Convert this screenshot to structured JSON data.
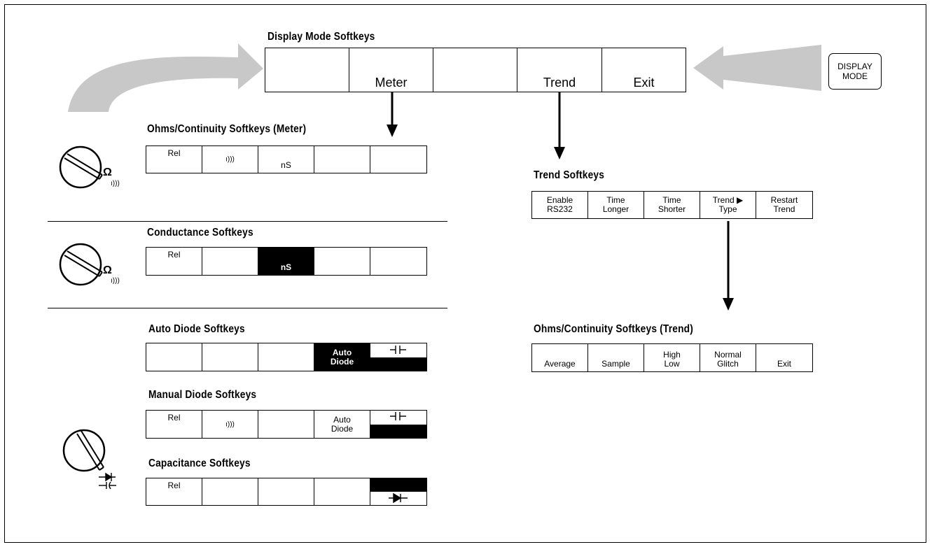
{
  "display_mode": {
    "title": "Display Mode Softkeys",
    "keys": [
      "",
      "Meter",
      "",
      "Trend",
      "Exit"
    ],
    "button_line1": "DISPLAY",
    "button_line2": "MODE"
  },
  "ohms_meter": {
    "title": "Ohms/Continuity Softkeys (Meter)",
    "keys": [
      "Rel",
      "ı)))",
      "nS",
      "",
      ""
    ]
  },
  "conductance": {
    "title": "Conductance Softkeys",
    "keys": [
      "Rel",
      "",
      "nS",
      "",
      ""
    ]
  },
  "auto_diode": {
    "title": "Auto Diode Softkeys",
    "keys": [
      "",
      "",
      "",
      "Auto Diode",
      ""
    ],
    "auto_line1": "Auto",
    "auto_line2": "Diode"
  },
  "manual_diode": {
    "title": "Manual Diode Softkeys",
    "keys": [
      "Rel",
      "ı)))",
      "",
      "Auto Diode",
      ""
    ],
    "auto_line1": "Auto",
    "auto_line2": "Diode"
  },
  "capacitance": {
    "title": "Capacitance Softkeys",
    "keys": [
      "Rel",
      "",
      "",
      "",
      ""
    ]
  },
  "trend": {
    "title": "Trend Softkeys",
    "keys": [
      {
        "line1": "Enable",
        "line2": "RS232"
      },
      {
        "line1": "Time",
        "line2": "Longer"
      },
      {
        "line1": "Time",
        "line2": "Shorter"
      },
      {
        "line1": "Trend ▶",
        "line2": "Type"
      },
      {
        "line1": "Restart",
        "line2": "Trend"
      }
    ]
  },
  "ohms_trend": {
    "title": "Ohms/Continuity Softkeys (Trend)",
    "keys": [
      {
        "line1": "",
        "line2": "Average"
      },
      {
        "line1": "",
        "line2": "Sample"
      },
      {
        "line1": "High",
        "line2": "Low"
      },
      {
        "line1": "Normal",
        "line2": "Glitch"
      },
      {
        "line1": "",
        "line2": "Exit"
      }
    ]
  },
  "dial_symbols": {
    "omega": "Ω",
    "continuity": "ı)))"
  }
}
